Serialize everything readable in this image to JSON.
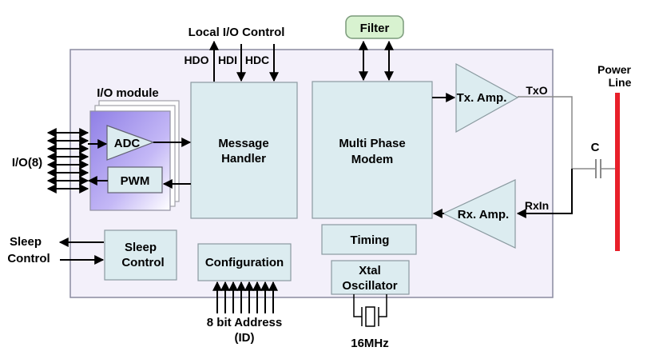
{
  "labels": {
    "local_io_control": "Local I/O Control",
    "hdo": "HDO",
    "hdi": "HDI",
    "hdc": "HDC",
    "filter": "Filter",
    "io_module": "I/O module",
    "adc": "ADC",
    "pwm": "PWM",
    "io8": "I/O(8)",
    "message_handler_1": "Message",
    "message_handler_2": "Handler",
    "modem_1": "Multi Phase",
    "modem_2": "Modem",
    "tx_amp": "Tx. Amp.",
    "rx_amp": "Rx. Amp.",
    "txo": "TxO",
    "rxin": "RxIn",
    "capacitor": "C",
    "power_line_1": "Power",
    "power_line_2": "Line",
    "sleep_control_ext_1": "Sleep",
    "sleep_control_ext_2": "Control",
    "sleep_control_1": "Sleep",
    "sleep_control_2": "Control",
    "configuration": "Configuration",
    "timing": "Timing",
    "xtal_1": "Xtal",
    "xtal_2": "Oscillator",
    "address_1": "8 bit Address",
    "address_2": "(ID)",
    "freq": "16MHz"
  },
  "colors": {
    "chip_fill": "#f3f0fa",
    "block_fill": "#dcecf0",
    "io_fill": "#b0a2f0",
    "filter_fill": "#d8f2d0",
    "power_line": "#e8202a"
  }
}
